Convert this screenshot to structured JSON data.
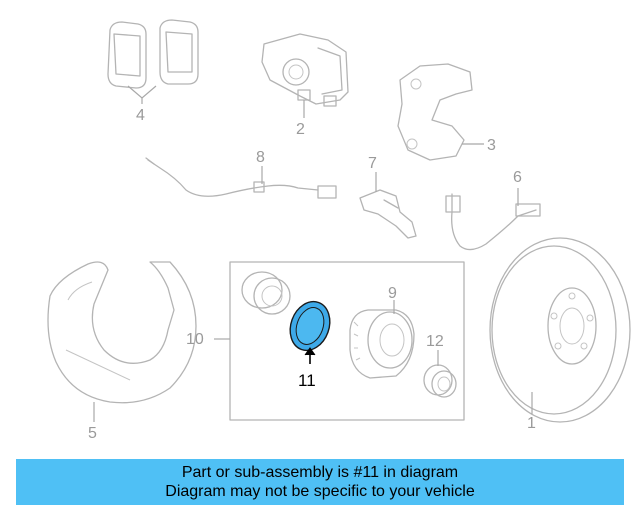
{
  "diagram": {
    "highlight_color": "#3da9e8",
    "callouts": {
      "c1": "1",
      "c2": "2",
      "c3": "3",
      "c4": "4",
      "c5": "5",
      "c6": "6",
      "c7": "7",
      "c8": "8",
      "c9": "9",
      "c10": "10",
      "c11": "11",
      "c12": "12"
    }
  },
  "banner": {
    "line1": "Part or sub-assembly is #11 in diagram",
    "line2": "Diagram may not be specific to your vehicle",
    "background": "#4fc0f5"
  }
}
